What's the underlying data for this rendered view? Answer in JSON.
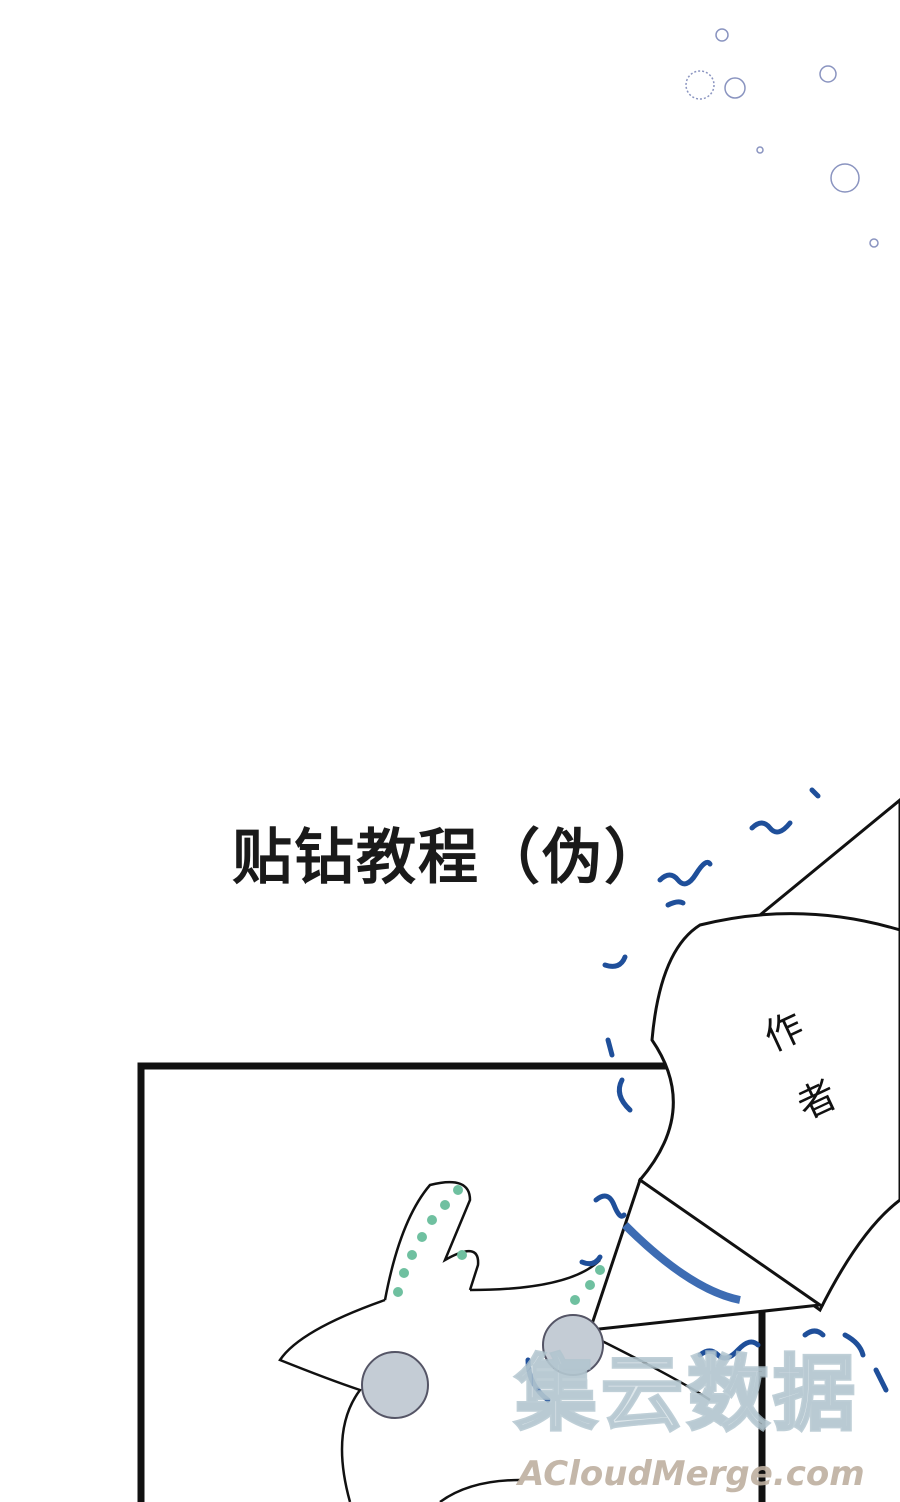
{
  "title": "贴钻教程（伪）",
  "pen_label": [
    "作",
    "者"
  ],
  "watermark": {
    "chinese": "集云数据",
    "english": "ACloudMerge.com"
  },
  "colors": {
    "squiggle": "#1f4f9a",
    "ink": "#111111",
    "gem": "#b8c2cc",
    "watermark_cn": "#c8d7de",
    "watermark_en": "#beafa0"
  }
}
